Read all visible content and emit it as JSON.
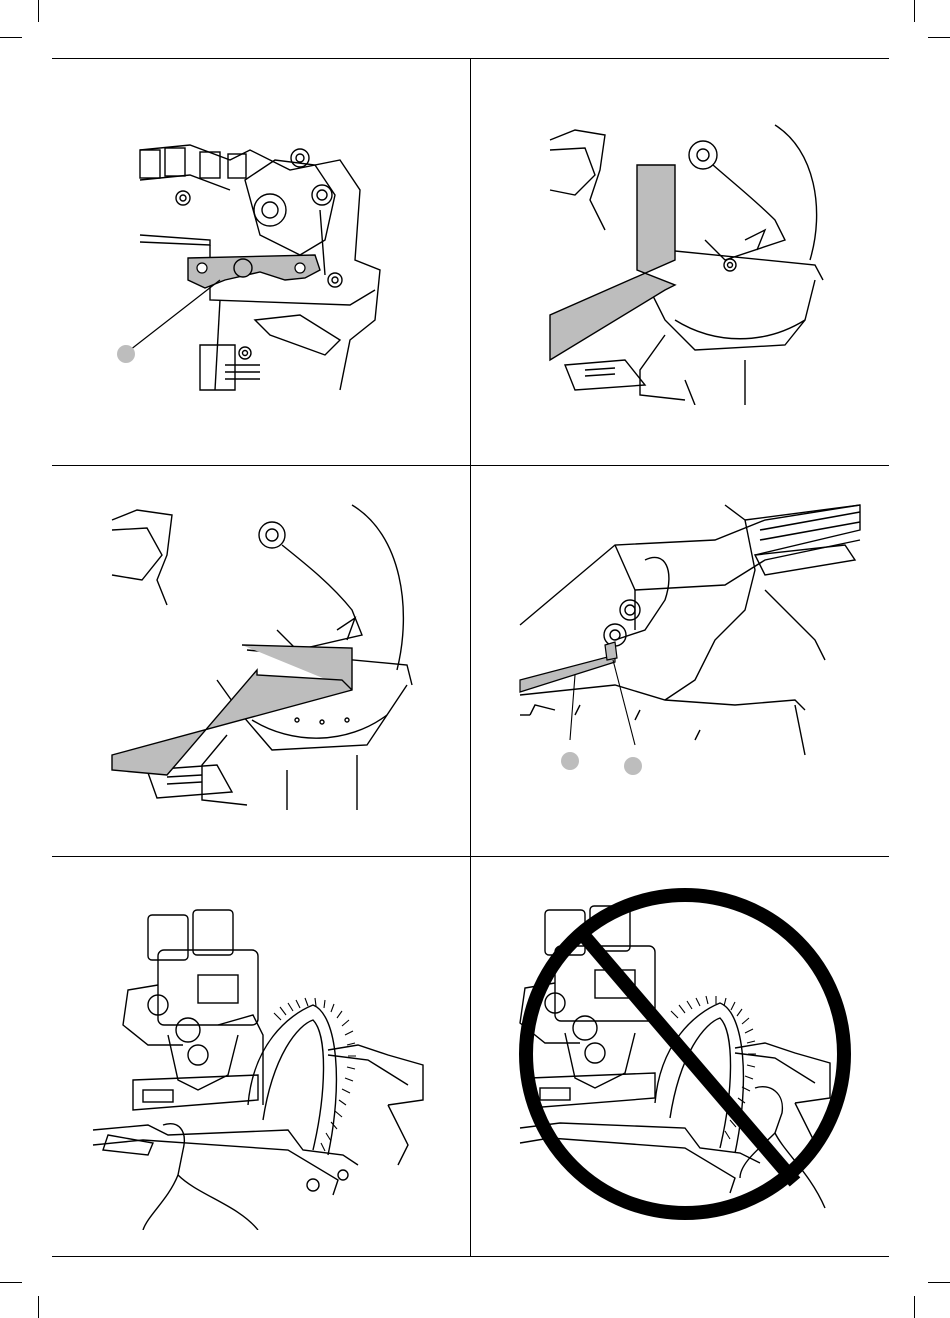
{
  "page": {
    "background": "#ffffff",
    "line_color": "#000000",
    "shade_color": "#bdbdbd"
  },
  "figures": [
    {
      "id": "fig-a",
      "subject": "bevel-detent-adjustment-detail",
      "callouts": 1
    },
    {
      "id": "fig-b",
      "subject": "square-against-fence-and-blade",
      "callouts": 0
    },
    {
      "id": "fig-c",
      "subject": "square-on-table-to-blade",
      "callouts": 0
    },
    {
      "id": "fig-d",
      "subject": "fence-and-table-alignment-detail",
      "callouts": 2
    },
    {
      "id": "fig-e",
      "subject": "correct-hand-position",
      "callouts": 0
    },
    {
      "id": "fig-f",
      "subject": "incorrect-hand-position-prohibited",
      "callouts": 0,
      "prohibition_symbol": true
    }
  ]
}
